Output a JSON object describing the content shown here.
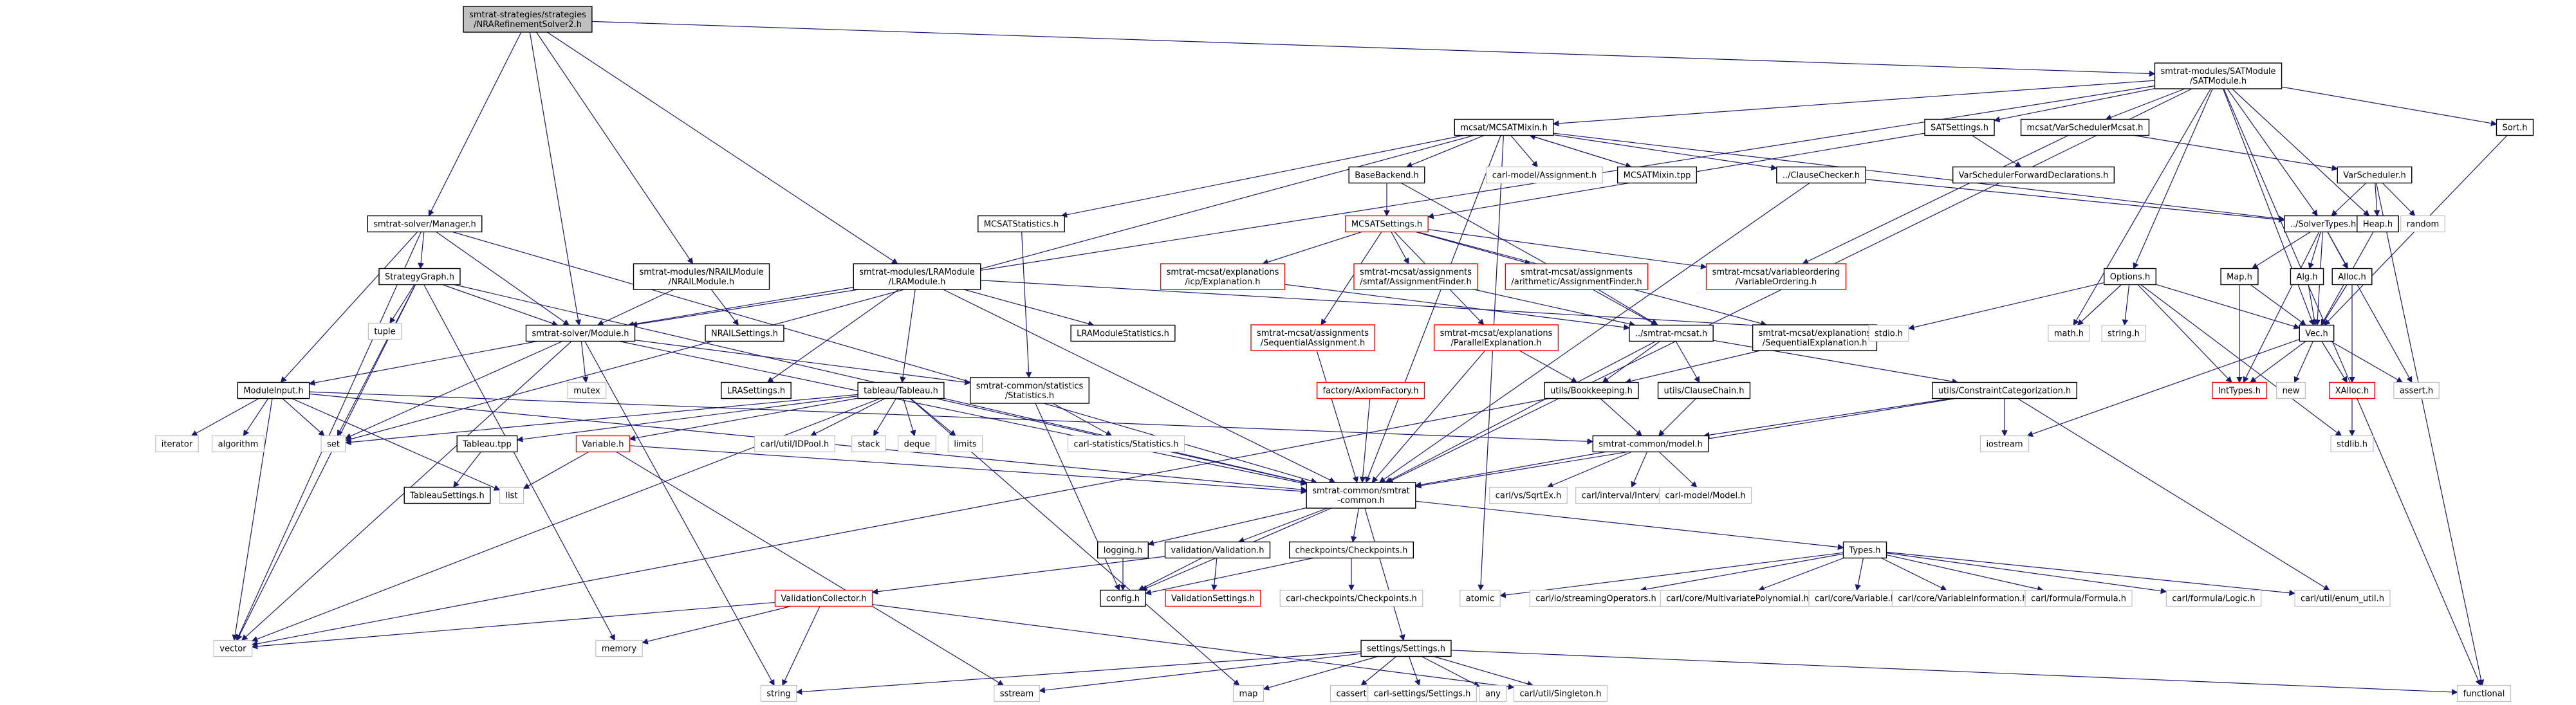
{
  "diagram": {
    "nodes": [
      {
        "id": "root",
        "label": [
          "smtrat-strategies/strategies",
          "/NRARefinementSolver2.h"
        ],
        "style": "root"
      },
      {
        "id": "SATModule",
        "label": [
          "smtrat-modules/SATModule",
          "/SATModule.h"
        ],
        "style": "box"
      },
      {
        "id": "MCSATMixin",
        "label": [
          "mcsat/MCSATMixin.h"
        ],
        "style": "box"
      },
      {
        "id": "SATSettings",
        "label": [
          "SATSettings.h"
        ],
        "style": "box"
      },
      {
        "id": "VarSchedulerMcsat",
        "label": [
          "mcsat/VarSchedulerMcsat.h"
        ],
        "style": "box"
      },
      {
        "id": "Sort",
        "label": [
          "Sort.h"
        ],
        "style": "box"
      },
      {
        "id": "BaseBackend",
        "label": [
          "BaseBackend.h"
        ],
        "style": "box"
      },
      {
        "id": "carlModelAssignment",
        "label": [
          "carl-model/Assignment.h"
        ],
        "style": "plain"
      },
      {
        "id": "MCSATMixintpp",
        "label": [
          "MCSATMixin.tpp"
        ],
        "style": "box"
      },
      {
        "id": "ClauseChecker",
        "label": [
          "../ClauseChecker.h"
        ],
        "style": "box"
      },
      {
        "id": "VarSchedFwd",
        "label": [
          "VarSchedulerForwardDeclarations.h"
        ],
        "style": "box"
      },
      {
        "id": "VarScheduler",
        "label": [
          "VarScheduler.h"
        ],
        "style": "box"
      },
      {
        "id": "Manager",
        "label": [
          "smtrat-solver/Manager.h"
        ],
        "style": "box"
      },
      {
        "id": "NRAILModule",
        "label": [
          "smtrat-modules/NRAILModule",
          "/NRAILModule.h"
        ],
        "style": "box"
      },
      {
        "id": "LRAModule",
        "label": [
          "smtrat-modules/LRAModule",
          "/LRAModule.h"
        ],
        "style": "box"
      },
      {
        "id": "MCSATStatistics",
        "label": [
          "MCSATStatistics.h"
        ],
        "style": "box"
      },
      {
        "id": "MCSATSettings",
        "label": [
          "MCSATSettings.h"
        ],
        "style": "red"
      },
      {
        "id": "SolverTypes",
        "label": [
          "../SolverTypes.h"
        ],
        "style": "box"
      },
      {
        "id": "Heap",
        "label": [
          "Heap.h"
        ],
        "style": "box"
      },
      {
        "id": "random",
        "label": [
          "random"
        ],
        "style": "plain"
      },
      {
        "id": "StrategyGraph",
        "label": [
          "StrategyGraph.h"
        ],
        "style": "box"
      },
      {
        "id": "icpExplanation",
        "label": [
          "smtrat-mcsat/explanations",
          "/icp/Explanation.h"
        ],
        "style": "red"
      },
      {
        "id": "smtafAssignmentFinder",
        "label": [
          "smtrat-mcsat/assignments",
          "/smtaf/AssignmentFinder.h"
        ],
        "style": "red"
      },
      {
        "id": "arithAssignmentFinder",
        "label": [
          "smtrat-mcsat/assignments",
          "/arithmetic/AssignmentFinder.h"
        ],
        "style": "red"
      },
      {
        "id": "VariableOrdering",
        "label": [
          "smtrat-mcsat/variableordering",
          "/VariableOrdering.h"
        ],
        "style": "red"
      },
      {
        "id": "Options",
        "label": [
          "Options.h"
        ],
        "style": "box"
      },
      {
        "id": "MapH",
        "label": [
          "Map.h"
        ],
        "style": "box"
      },
      {
        "id": "AlgH",
        "label": [
          "Alg.h"
        ],
        "style": "box"
      },
      {
        "id": "AllocH",
        "label": [
          "Alloc.h"
        ],
        "style": "box"
      },
      {
        "id": "tuple",
        "label": [
          "tuple"
        ],
        "style": "plain"
      },
      {
        "id": "NRAILSettings",
        "label": [
          "NRAILSettings.h"
        ],
        "style": "box"
      },
      {
        "id": "LRAModuleStatistics",
        "label": [
          "LRAModuleStatistics.h"
        ],
        "style": "box"
      },
      {
        "id": "SequentialAssignment",
        "label": [
          "smtrat-mcsat/assignments",
          "/SequentialAssignment.h"
        ],
        "style": "red"
      },
      {
        "id": "ParallelExplanation",
        "label": [
          "smtrat-mcsat/explanations",
          "/ParallelExplanation.h"
        ],
        "style": "red"
      },
      {
        "id": "smtratMcsat",
        "label": [
          "../smtrat-mcsat.h"
        ],
        "style": "box"
      },
      {
        "id": "SequentialExplanation",
        "label": [
          "smtrat-mcsat/explanations",
          "/SequentialExplanation.h"
        ],
        "style": "box"
      },
      {
        "id": "stdio",
        "label": [
          "stdio.h"
        ],
        "style": "plain"
      },
      {
        "id": "math",
        "label": [
          "math.h"
        ],
        "style": "plain"
      },
      {
        "id": "string_h",
        "label": [
          "string.h"
        ],
        "style": "plain"
      },
      {
        "id": "VecH",
        "label": [
          "Vec.h"
        ],
        "style": "box"
      },
      {
        "id": "ModuleH",
        "label": [
          "smtrat-solver/Module.h"
        ],
        "style": "box"
      },
      {
        "id": "mutex",
        "label": [
          "mutex"
        ],
        "style": "plain"
      },
      {
        "id": "Statistics",
        "label": [
          "smtrat-common/statistics",
          "/Statistics.h"
        ],
        "style": "box"
      },
      {
        "id": "AxiomFactory",
        "label": [
          "factory/AxiomFactory.h"
        ],
        "style": "red"
      },
      {
        "id": "Bookkeeping",
        "label": [
          "utils/Bookkeeping.h"
        ],
        "style": "box"
      },
      {
        "id": "ClauseChain",
        "label": [
          "utils/ClauseChain.h"
        ],
        "style": "box"
      },
      {
        "id": "ConstraintCategorization",
        "label": [
          "utils/ConstraintCategorization.h"
        ],
        "style": "box"
      },
      {
        "id": "IntTypes",
        "label": [
          "IntTypes.h"
        ],
        "style": "red"
      },
      {
        "id": "new",
        "label": [
          "new"
        ],
        "style": "plain"
      },
      {
        "id": "XAlloc",
        "label": [
          "XAlloc.h"
        ],
        "style": "red"
      },
      {
        "id": "assert",
        "label": [
          "assert.h"
        ],
        "style": "plain"
      },
      {
        "id": "ModuleInput",
        "label": [
          "ModuleInput.h"
        ],
        "style": "box"
      },
      {
        "id": "LRASettings",
        "label": [
          "LRASettings.h"
        ],
        "style": "box"
      },
      {
        "id": "Tableau",
        "label": [
          "tableau/Tableau.h"
        ],
        "style": "box"
      },
      {
        "id": "carlStatistics",
        "label": [
          "carl-statistics/Statistics.h"
        ],
        "style": "plain"
      },
      {
        "id": "modelH",
        "label": [
          "smtrat-common/model.h"
        ],
        "style": "box"
      },
      {
        "id": "iostream",
        "label": [
          "iostream"
        ],
        "style": "plain"
      },
      {
        "id": "stdlib",
        "label": [
          "stdlib.h"
        ],
        "style": "plain"
      },
      {
        "id": "iterator",
        "label": [
          "iterator"
        ],
        "style": "plain"
      },
      {
        "id": "algorithm",
        "label": [
          "algorithm"
        ],
        "style": "plain"
      },
      {
        "id": "set",
        "label": [
          "set"
        ],
        "style": "plain"
      },
      {
        "id": "Tableautpp",
        "label": [
          "Tableau.tpp"
        ],
        "style": "box"
      },
      {
        "id": "VariableH",
        "label": [
          "Variable.h"
        ],
        "style": "red"
      },
      {
        "id": "IDPool",
        "label": [
          "carl/util/IDPool.h"
        ],
        "style": "plain"
      },
      {
        "id": "stack",
        "label": [
          "stack"
        ],
        "style": "plain"
      },
      {
        "id": "deque",
        "label": [
          "deque"
        ],
        "style": "plain"
      },
      {
        "id": "limits",
        "label": [
          "limits"
        ],
        "style": "plain"
      },
      {
        "id": "TableauSettings",
        "label": [
          "TableauSettings.h"
        ],
        "style": "box"
      },
      {
        "id": "list",
        "label": [
          "list"
        ],
        "style": "plain"
      },
      {
        "id": "smtratCommon",
        "label": [
          "smtrat-common/smtrat",
          "-common.h"
        ],
        "style": "box"
      },
      {
        "id": "SqrtEx",
        "label": [
          "carl/vs/SqrtEx.h"
        ],
        "style": "plain"
      },
      {
        "id": "Interval",
        "label": [
          "carl/interval/Interval.h"
        ],
        "style": "plain"
      },
      {
        "id": "carlModel",
        "label": [
          "carl-model/Model.h"
        ],
        "style": "plain"
      },
      {
        "id": "logging",
        "label": [
          "logging.h"
        ],
        "style": "box"
      },
      {
        "id": "Validation",
        "label": [
          "validation/Validation.h"
        ],
        "style": "box"
      },
      {
        "id": "Checkpoints",
        "label": [
          "checkpoints/Checkpoints.h"
        ],
        "style": "box"
      },
      {
        "id": "TypesH",
        "label": [
          "Types.h"
        ],
        "style": "box"
      },
      {
        "id": "config",
        "label": [
          "config.h"
        ],
        "style": "box"
      },
      {
        "id": "ValidationSettings",
        "label": [
          "ValidationSettings.h"
        ],
        "style": "red"
      },
      {
        "id": "carlCheckpoints",
        "label": [
          "carl-checkpoints/Checkpoints.h"
        ],
        "style": "plain"
      },
      {
        "id": "atomic",
        "label": [
          "atomic"
        ],
        "style": "plain"
      },
      {
        "id": "streamingOps",
        "label": [
          "carl/io/streamingOperators.h"
        ],
        "style": "plain"
      },
      {
        "id": "MultiPoly",
        "label": [
          "carl/core/MultivariatePolynomial.h"
        ],
        "style": "plain"
      },
      {
        "id": "carlVariable",
        "label": [
          "carl/core/Variable.h"
        ],
        "style": "plain"
      },
      {
        "id": "VarInfo",
        "label": [
          "carl/core/VariableInformation.h"
        ],
        "style": "plain"
      },
      {
        "id": "FormulaH",
        "label": [
          "carl/formula/Formula.h"
        ],
        "style": "plain"
      },
      {
        "id": "LogicH",
        "label": [
          "carl/formula/Logic.h"
        ],
        "style": "plain"
      },
      {
        "id": "enumUtil",
        "label": [
          "carl/util/enum_util.h"
        ],
        "style": "plain"
      },
      {
        "id": "ValidationCollector",
        "label": [
          "ValidationCollector.h"
        ],
        "style": "red"
      },
      {
        "id": "vector",
        "label": [
          "vector"
        ],
        "style": "plain"
      },
      {
        "id": "memory",
        "label": [
          "memory"
        ],
        "style": "plain"
      },
      {
        "id": "SettingsH",
        "label": [
          "settings/Settings.h"
        ],
        "style": "box"
      },
      {
        "id": "string",
        "label": [
          "string"
        ],
        "style": "plain"
      },
      {
        "id": "sstream",
        "label": [
          "sstream"
        ],
        "style": "plain"
      },
      {
        "id": "map",
        "label": [
          "map"
        ],
        "style": "plain"
      },
      {
        "id": "cassert",
        "label": [
          "cassert"
        ],
        "style": "plain"
      },
      {
        "id": "carlSettings",
        "label": [
          "carl-settings/Settings.h"
        ],
        "style": "plain"
      },
      {
        "id": "any",
        "label": [
          "any"
        ],
        "style": "plain"
      },
      {
        "id": "Singleton",
        "label": [
          "carl/util/Singleton.h"
        ],
        "style": "plain"
      },
      {
        "id": "functional",
        "label": [
          "functional"
        ],
        "style": "plain"
      }
    ]
  }
}
